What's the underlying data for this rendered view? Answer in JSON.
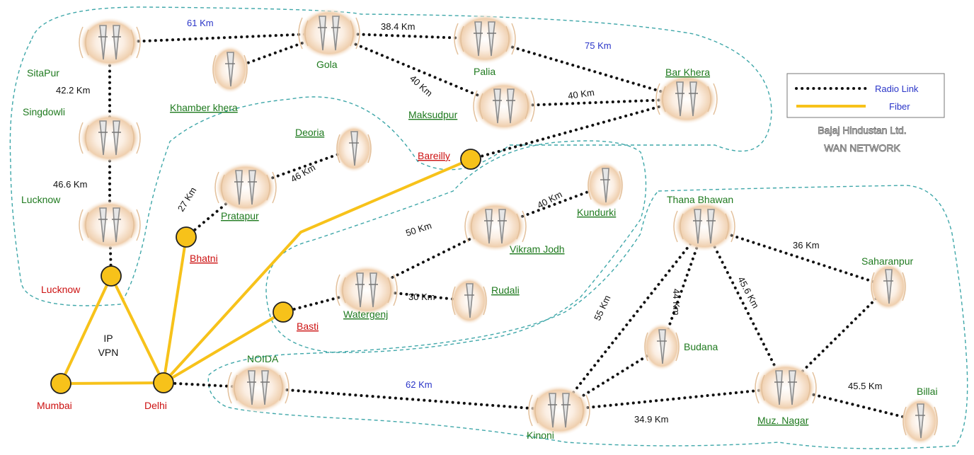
{
  "legend": {
    "radio_link": "Radio Link",
    "fiber": "Fiber",
    "company": "Bajaj Hindustan Ltd.",
    "network": "WAN NETWORK",
    "radio_color": "#111111",
    "fiber_color": "#f7c21a",
    "text_color": "#2a35c8"
  },
  "vpn": {
    "line1": "IP",
    "line2": "VPN"
  },
  "sites": {
    "sitapur": "SitaPur",
    "singdowli": "Singdowli",
    "lucknow_radio": "Lucknow",
    "gola": "Gola",
    "khamber_khera": "Khamber khera",
    "palia": "Palia",
    "maksudpur": "Maksudpur",
    "bar_khera": "Bar Khera",
    "deoria": "Deoria",
    "pratapur": "Pratapur",
    "kundurki": "Kundurki",
    "vikram_jodh": "Vikram Jodh",
    "watergenj": "Watergenj",
    "rudali": "Rudali",
    "noida": "NOIDA",
    "kinoni": "Kinoni",
    "thana_bhawan": "Thana Bhawan",
    "saharanpur": "Saharanpur",
    "budana": "Budana",
    "muz_nagar": "Muz. Nagar",
    "billai": "Billai"
  },
  "hubs": {
    "lucknow": "Lucknow",
    "mumbai": "Mumbai",
    "delhi": "Delhi",
    "bhatni": "Bhatni",
    "basti": "Basti",
    "bareilly": "Bareilly"
  },
  "distances": {
    "sitapur_gola": "61 Km",
    "gola_palia": "38.4 Km",
    "palia_barkhera": "75 Km",
    "gola_maksudpur": "40 Km",
    "maksudpur_barkhera": "40 Km",
    "sitapur_singdowli": "42.2 Km",
    "singdowli_lucknow": "46.6 Km",
    "pratapur_deoria": "46 Km",
    "bhatni_pratapur": "27 Km",
    "watergenj_vikram": "50 Km",
    "vikram_kundurki": "40 Km",
    "watergenj_rudali": "30 Km",
    "noida_kinoni": "62 Km",
    "thana_saharanpur": "36 Km",
    "thana_budana": "44 Km",
    "thana_muz": "45.6 Km",
    "kinoni_thana": "55 Km",
    "kinoni_muz": "34.9 Km",
    "muz_billai": "45.5 Km"
  }
}
